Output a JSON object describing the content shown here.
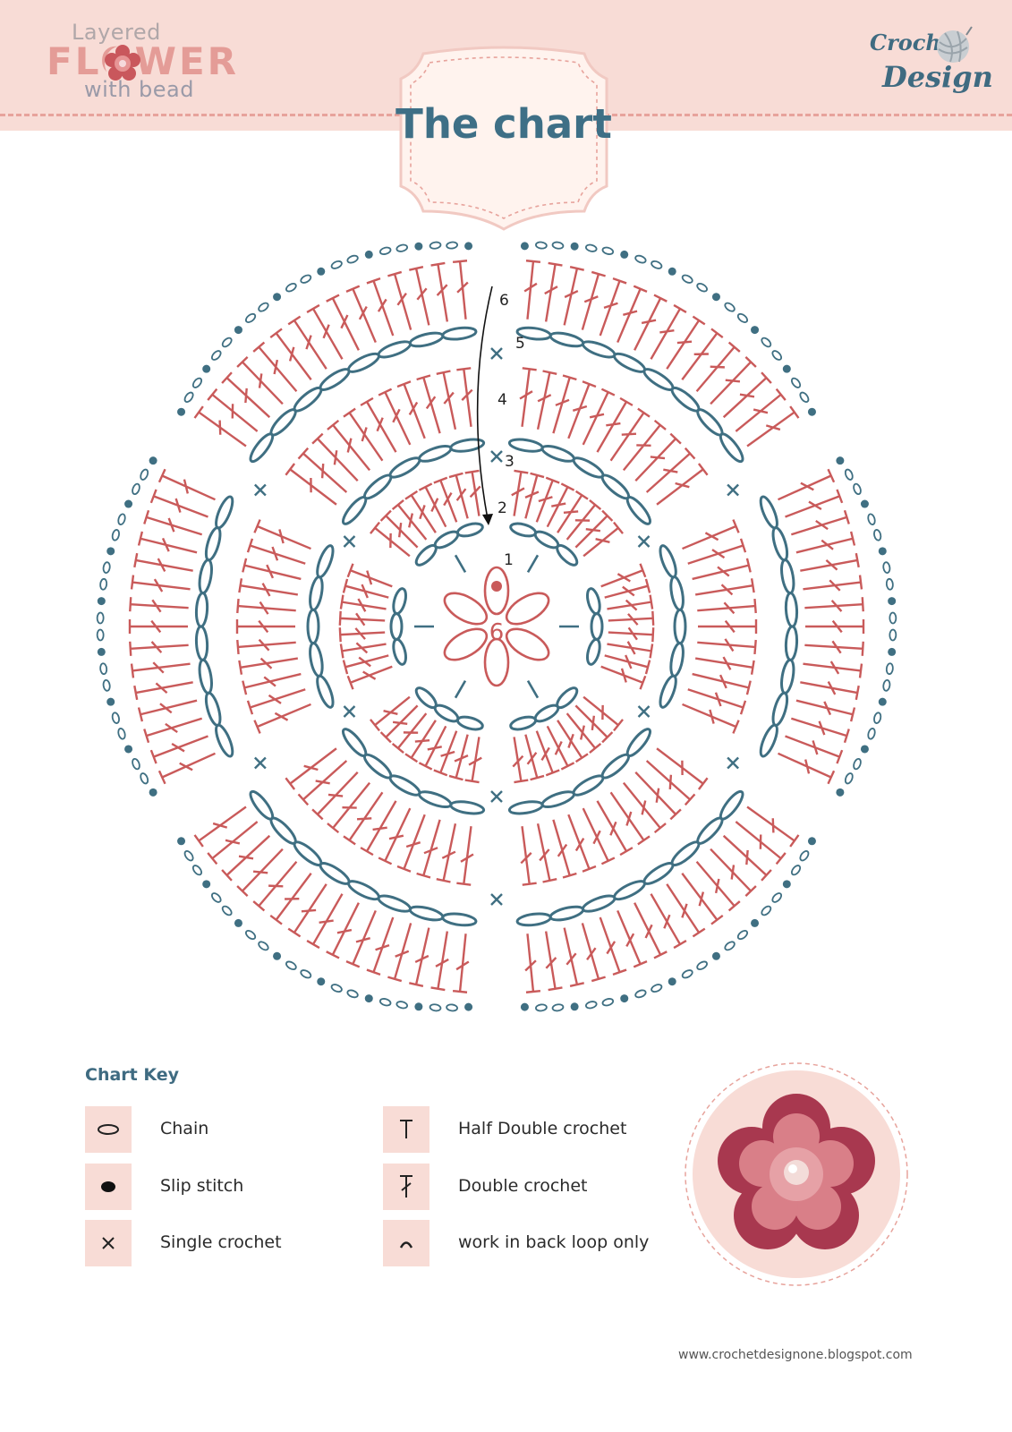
{
  "header": {
    "logo_line_1": "Layered",
    "logo_line_2": "FLOWER",
    "logo_line_3": "with bead",
    "brand_line_1": "Crochet",
    "brand_line_2": "Design",
    "title": "The chart"
  },
  "chart": {
    "center_label": "6",
    "round_labels": [
      "1",
      "2",
      "3",
      "4",
      "5",
      "6"
    ],
    "colors": {
      "teal": "#3f6f82",
      "coral": "#c95a5a",
      "label": "#222222"
    }
  },
  "key": {
    "title": "Chart Key",
    "items": [
      {
        "label": "Chain",
        "icon": "chain-oval-icon"
      },
      {
        "label": "Slip stitch",
        "icon": "slip-stitch-dot-icon"
      },
      {
        "label": "Single crochet",
        "icon": "single-crochet-x-icon"
      },
      {
        "label": "Half Double crochet",
        "icon": "half-double-crochet-t-icon"
      },
      {
        "label": "Double crochet",
        "icon": "double-crochet-icon"
      },
      {
        "label": "work in back loop only",
        "icon": "back-loop-arc-icon"
      }
    ]
  },
  "colors": {
    "header_band": "#f8dcd6",
    "dash": "#e7a39c",
    "title_text": "#3e6f86",
    "key_box": "#f8dcd6"
  },
  "footer": {
    "url": "www.crochetdesignone.blogspot.com"
  }
}
